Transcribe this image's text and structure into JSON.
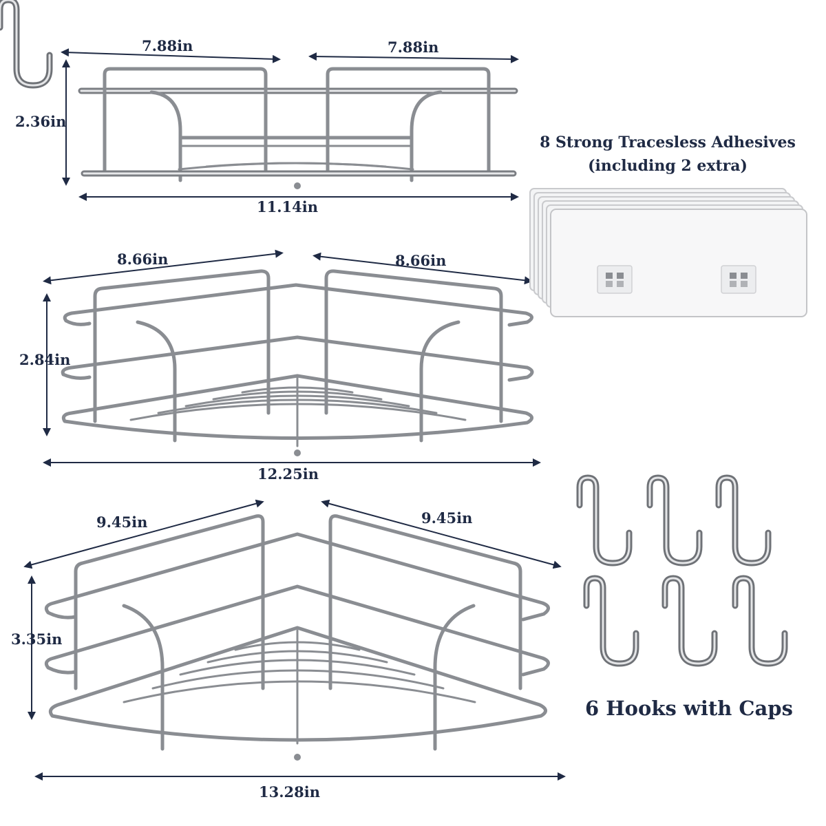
{
  "shelves": [
    {
      "name": "small-shelf",
      "left_side": "7.88in",
      "right_side": "7.88in",
      "height": "2.36in",
      "width": "11.14in"
    },
    {
      "name": "medium-shelf",
      "left_side": "8.66in",
      "right_side": "8.66in",
      "height": "2.84in",
      "width": "12.25in"
    },
    {
      "name": "large-shelf",
      "left_side": "9.45in",
      "right_side": "9.45in",
      "height": "3.35in",
      "width": "13.28in"
    }
  ],
  "adhesives": {
    "title_line1": "8 Strong Tracesless Adhesives",
    "title_line2": "(including 2 extra)",
    "count": 8
  },
  "hooks": {
    "title": "6 Hooks with Caps",
    "count": 6
  },
  "colors": {
    "text": "#1f2a44",
    "metal": "#8a8d92",
    "metal_light": "#d9dadd",
    "dim_line": "#1f2a44"
  },
  "icons": [
    "corner-shelf-icon",
    "adhesive-pad-icon",
    "s-hook-icon"
  ]
}
